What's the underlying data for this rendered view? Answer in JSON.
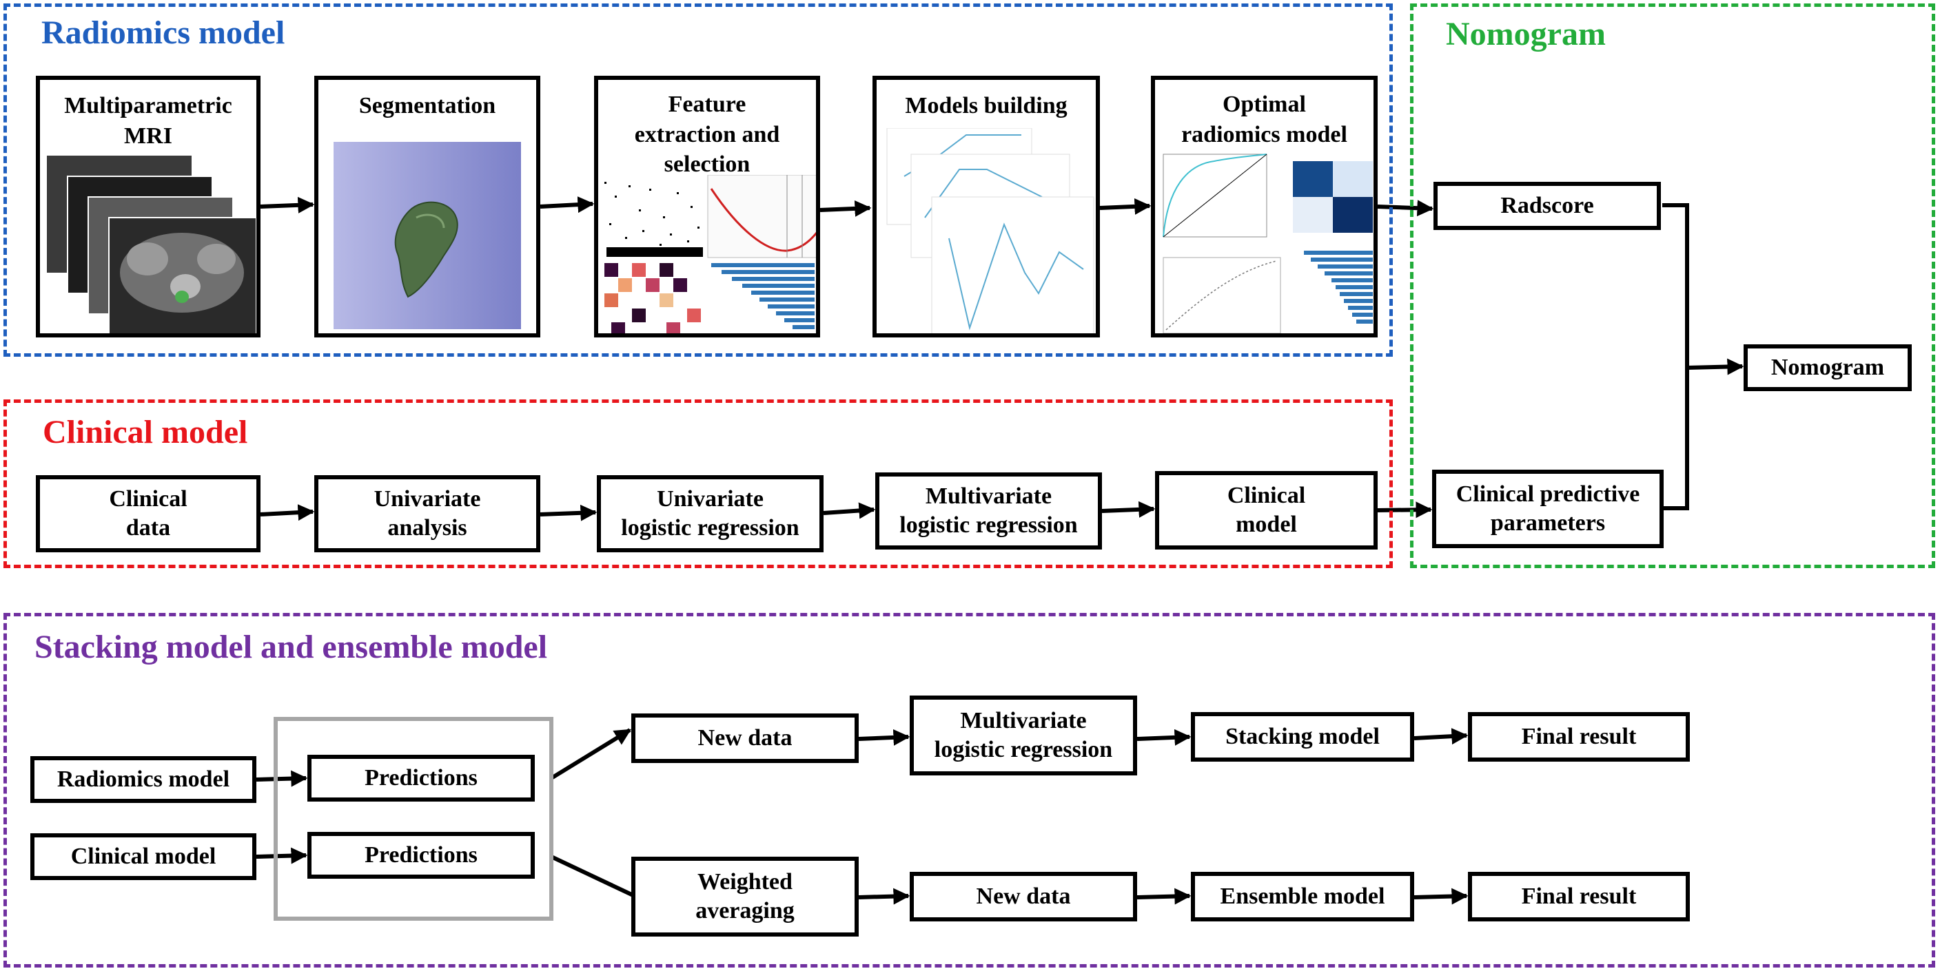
{
  "colors": {
    "radiomics": "#1f5fbf",
    "clinical": "#e8151b",
    "nomogram": "#22ac3a",
    "stacking": "#7030a0",
    "grey_box": "#a6a6a6"
  },
  "sections": {
    "radiomics": "Radiomics model",
    "clinical": "Clinical model",
    "nomogram": "Nomogram",
    "stacking": "Stacking model and ensemble model"
  },
  "radiomics_steps": [
    "Multiparametric\nMRI",
    "Segmentation",
    "Feature\nextraction and\nselection",
    "Models building",
    "Optimal\nradiomics model"
  ],
  "clinical_steps": [
    "Clinical\ndata",
    "Univariate\nanalysis",
    "Univariate\nlogistic regression",
    "Multivariate\nlogistic regression",
    "Clinical\nmodel"
  ],
  "nomogram_nodes": {
    "radscore": "Radscore",
    "clinical_params": "Clinical predictive\nparameters",
    "nomogram": "Nomogram"
  },
  "stacking_nodes": {
    "radiomics_model": "Radiomics model",
    "clinical_model": "Clinical model",
    "predictions_1": "Predictions",
    "predictions_2": "Predictions",
    "new_data_top": "New data",
    "multivariate_lr": "Multivariate\nlogistic regression",
    "stacking_model": "Stacking model",
    "final_result_top": "Final result",
    "weighted_averaging": "Weighted\naveraging",
    "new_data_bottom": "New data",
    "ensemble_model": "Ensemble model",
    "final_result_bottom": "Final result"
  }
}
